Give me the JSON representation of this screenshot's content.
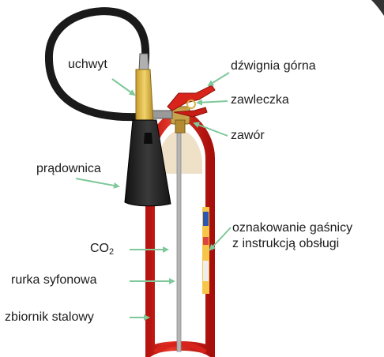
{
  "diagram": {
    "labels": {
      "handle": "uchwyt",
      "upper_lever": "dźwignia górna",
      "pin": "zawleczka",
      "valve": "zawór",
      "discharge_horn": "prądownica",
      "marking_line1": "oznakowanie gaśnicy",
      "marking_line2": "z instrukcją obsługi",
      "co2_main": "CO",
      "co2_sub": "2",
      "siphon_tube": "rurka syfonowa",
      "steel_tank": "zbiornik stalowy"
    },
    "colors": {
      "arrow": "#7fc89a",
      "cylinder": "#d9241c",
      "hose": "#1a1a1a",
      "handle": "#e2c25a",
      "horn": "#2a2a2a",
      "background": "#ffffff"
    }
  }
}
